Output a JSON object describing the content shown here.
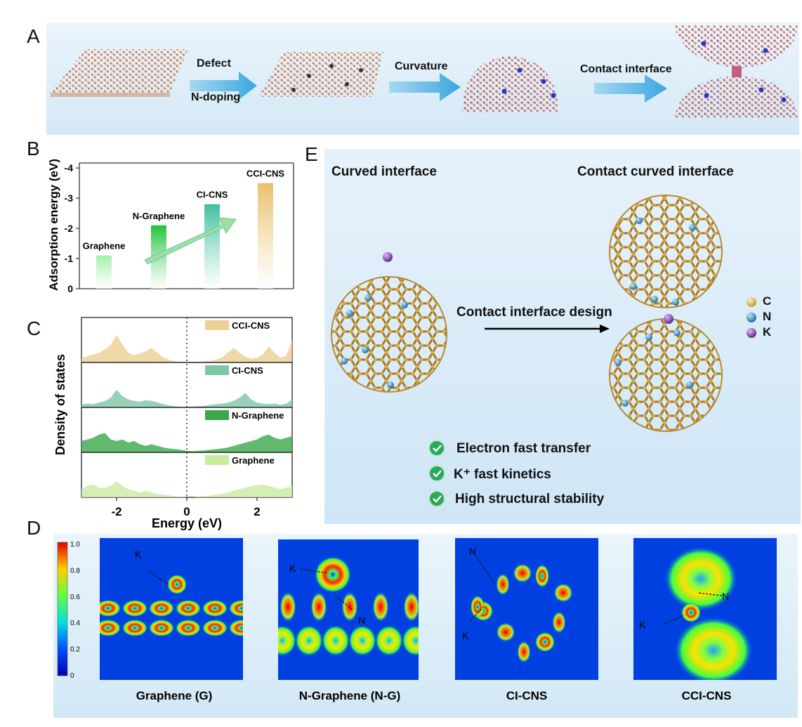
{
  "panel_labels": {
    "a": "A",
    "b": "B",
    "c": "C",
    "d": "D",
    "e": "E"
  },
  "panelA": {
    "defect": "Defect",
    "n_doping": "N-doping",
    "curvature": "Curvature",
    "contact_interface": "Contact interface"
  },
  "panelE": {
    "curved": "Curved interface",
    "contact_curved": "Contact curved interface",
    "design": "Contact interface design",
    "legend": [
      {
        "label": "C",
        "color": "#e0b84a"
      },
      {
        "label": "N",
        "color": "#2a8fc8"
      },
      {
        "label": "K",
        "color": "#7a3fa6"
      }
    ],
    "features": [
      "Electron fast transfer",
      "K⁺ fast  kinetics",
      "High structural stability"
    ]
  },
  "panelD": {
    "captions": [
      "Graphene (G)",
      "N-Graphene (N-G)",
      "CI-CNS",
      "CCI-CNS"
    ],
    "colorbar_ticks": [
      "1.0",
      "0.8",
      "0.6",
      "0.4",
      "0.2",
      "0"
    ],
    "marks": {
      "k": "K",
      "n": "N"
    }
  },
  "chart_data": [
    {
      "type": "bar",
      "panel": "B",
      "ylabel": "Adsorption energy (eV)",
      "ylim": [
        0,
        -4
      ],
      "yticks": [
        "0",
        "-1",
        "-2",
        "-3",
        "-4"
      ],
      "categories": [
        "Graphene",
        "N-Graphene",
        "CI-CNS",
        "CCI-CNS"
      ],
      "values": [
        -1.1,
        -2.1,
        -2.8,
        -3.5
      ],
      "colors": [
        "#9ff0a8",
        "#1fc43b",
        "#3fbfa0",
        "#e8c06a"
      ]
    },
    {
      "type": "area",
      "panel": "C",
      "ylabel": "Density of states",
      "xlabel": "Energy (eV)",
      "xlim": [
        -3,
        3
      ],
      "xticks": [
        "-2",
        "0",
        "2"
      ],
      "series": [
        {
          "name": "CCI-CNS",
          "color": "#ecd094",
          "values": [
            0.12,
            0.2,
            0.25,
            0.3,
            0.4,
            0.55,
            0.85,
            0.55,
            0.3,
            0.22,
            0.28,
            0.35,
            0.45,
            0.3,
            0.15,
            0.08,
            0.04,
            0.02,
            0.01,
            0.01,
            0.02,
            0.03,
            0.05,
            0.08,
            0.15,
            0.3,
            0.45,
            0.3,
            0.18,
            0.12,
            0.15,
            0.25,
            0.5,
            0.3,
            0.15,
            0.2,
            0.7
          ]
        },
        {
          "name": "CI-CNS",
          "color": "#7dc7a6",
          "values": [
            0.08,
            0.12,
            0.1,
            0.15,
            0.2,
            0.3,
            0.55,
            0.35,
            0.25,
            0.2,
            0.18,
            0.22,
            0.2,
            0.15,
            0.1,
            0.06,
            0.04,
            0.02,
            0.02,
            0.03,
            0.04,
            0.05,
            0.08,
            0.1,
            0.12,
            0.15,
            0.2,
            0.3,
            0.45,
            0.25,
            0.15,
            0.12,
            0.1,
            0.12,
            0.08,
            0.12,
            0.25
          ]
        },
        {
          "name": "N-Graphene",
          "color": "#3aa84a",
          "values": [
            0.35,
            0.4,
            0.45,
            0.55,
            0.6,
            0.4,
            0.35,
            0.4,
            0.3,
            0.35,
            0.25,
            0.2,
            0.25,
            0.2,
            0.15,
            0.12,
            0.1,
            0.08,
            0.05,
            0.04,
            0.05,
            0.06,
            0.08,
            0.1,
            0.12,
            0.15,
            0.2,
            0.25,
            0.3,
            0.35,
            0.4,
            0.5,
            0.55,
            0.45,
            0.4,
            0.45,
            0.5
          ]
        },
        {
          "name": "Graphene",
          "color": "#c8eba0",
          "values": [
            0.25,
            0.35,
            0.4,
            0.3,
            0.3,
            0.35,
            0.5,
            0.35,
            0.25,
            0.2,
            0.15,
            0.2,
            0.15,
            0.1,
            0.08,
            0.06,
            0.04,
            0.02,
            0.0,
            0.0,
            0.02,
            0.04,
            0.06,
            0.08,
            0.1,
            0.15,
            0.2,
            0.25,
            0.3,
            0.35,
            0.38,
            0.4,
            0.35,
            0.3,
            0.25,
            0.3,
            0.35
          ]
        }
      ]
    }
  ]
}
